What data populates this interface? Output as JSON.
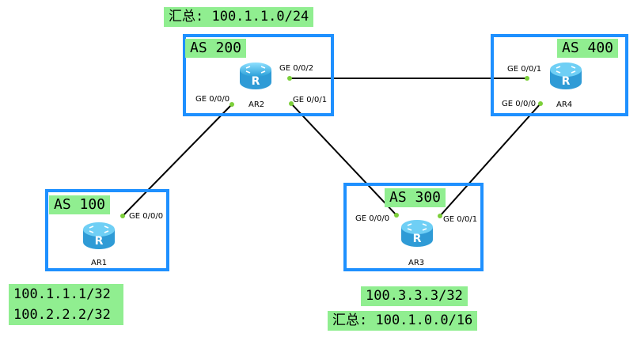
{
  "notes": {
    "ar2_summary": "汇总: 100.1.1.0/24",
    "ar1_prefix1": "100.1.1.1/32",
    "ar1_prefix2": "100.2.2.2/32",
    "ar3_prefix": "100.3.3.3/32",
    "ar3_summary": "汇总: 100.1.0.0/16"
  },
  "as_boxes": {
    "as200": "AS 200",
    "as400": "AS 400",
    "as100": "AS 100",
    "as300": "AS 300"
  },
  "routers": {
    "ar1": {
      "name": "AR1",
      "icon": "router-icon"
    },
    "ar2": {
      "name": "AR2",
      "icon": "router-icon"
    },
    "ar3": {
      "name": "AR3",
      "icon": "router-icon"
    },
    "ar4": {
      "name": "AR4",
      "icon": "router-icon"
    }
  },
  "ports": {
    "ar2_g002": "GE 0/0/2",
    "ar2_g000": "GE 0/0/0",
    "ar2_g001": "GE 0/0/1",
    "ar4_g001": "GE 0/0/1",
    "ar4_g000": "GE 0/0/0",
    "ar1_g000": "GE 0/0/0",
    "ar3_g000": "GE 0/0/0",
    "ar3_g001": "GE 0/0/1"
  },
  "colors": {
    "as_border": "#1e90ff",
    "label_bg": "#90ee90",
    "link": "#000000",
    "port_dot": "#7ccf3a"
  }
}
